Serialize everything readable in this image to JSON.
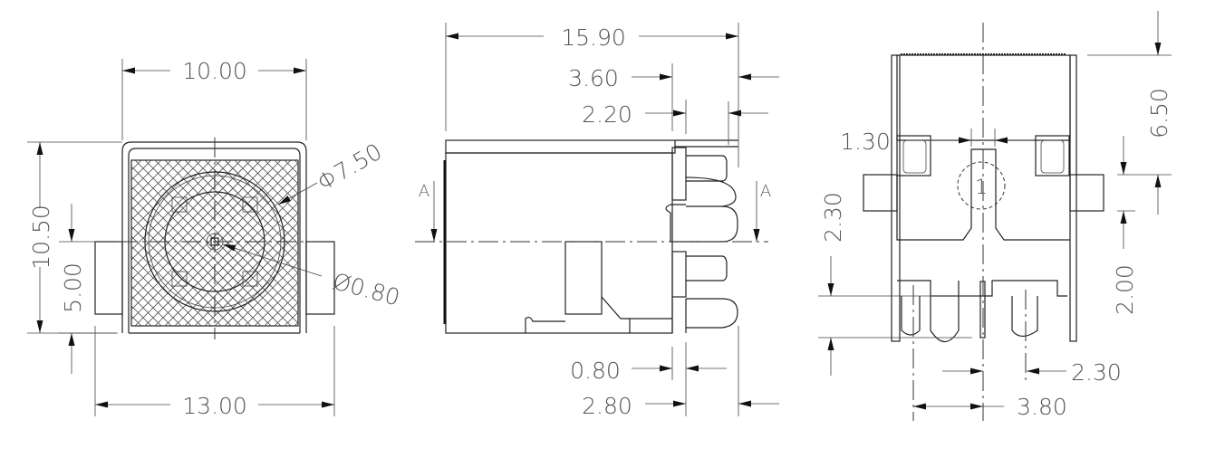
{
  "front_view": {
    "width_body": "10.00",
    "height_body": "10.50",
    "center_height": "5.00",
    "width_overall": "13.00",
    "diameter_outer": "Φ7.50",
    "diameter_pin": "Ø0.80"
  },
  "side_view": {
    "length_overall": "15.90",
    "dim_3_60": "3.60",
    "dim_2_20": "2.20",
    "dim_0_80": "0.80",
    "dim_2_80": "2.80",
    "section_left": "A",
    "section_right": "A"
  },
  "bottom_view": {
    "dim_6_50": "6.50",
    "dim_1_30": "1.30",
    "dim_2_30_left": "2.30",
    "dim_2_00": "2.00",
    "dim_2_30_bottom": "2.30",
    "dim_3_80": "3.80",
    "pin_label": "1"
  }
}
